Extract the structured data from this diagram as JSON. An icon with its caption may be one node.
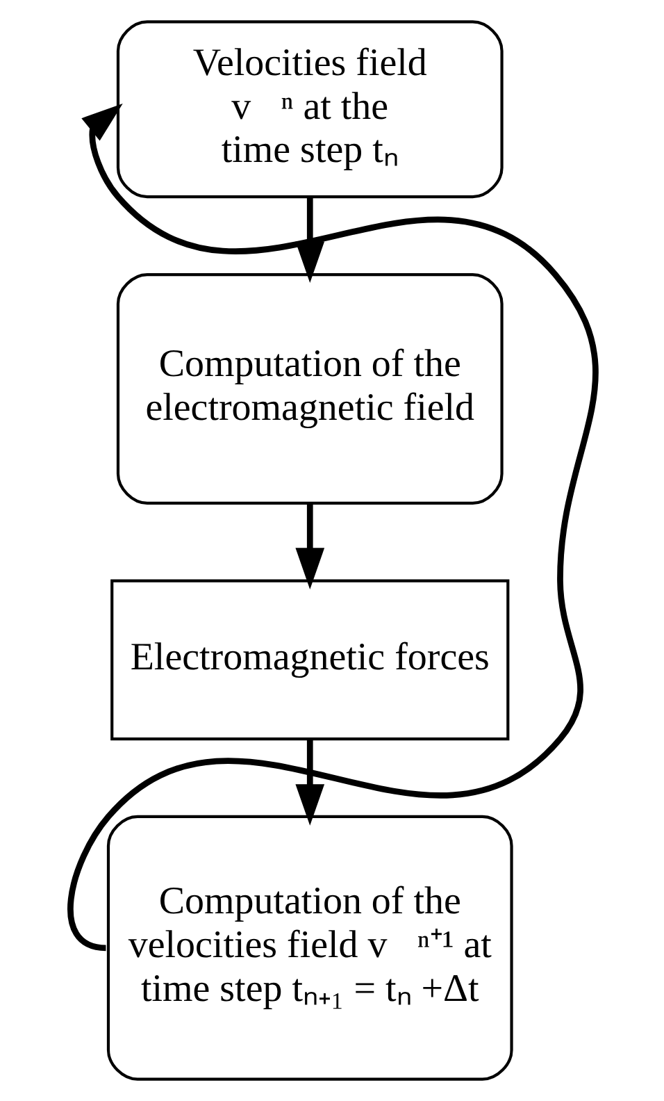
{
  "diagram": {
    "nodes": [
      {
        "text": [
          "Velocities field v⃗ⁿ at the time step tₙ"
        ]
      },
      {
        "text": [
          "Computation of the electromagnetic field"
        ]
      },
      {
        "text": [
          "Electromagnetic forces"
        ]
      },
      {
        "text": [
          "Computation of the velocities field v⃗ⁿ⁺¹ at time step tₙ₊₁ = tₙ +Δt"
        ]
      }
    ],
    "edges": [
      {
        "from": 0,
        "to": 1,
        "arrow": "to"
      },
      {
        "from": 1,
        "to": 2,
        "arrow": "to"
      },
      {
        "from": 2,
        "to": 3,
        "arrow": "to"
      },
      {
        "from": 3,
        "to": 0,
        "arrow": "to"
      }
    ]
  }
}
